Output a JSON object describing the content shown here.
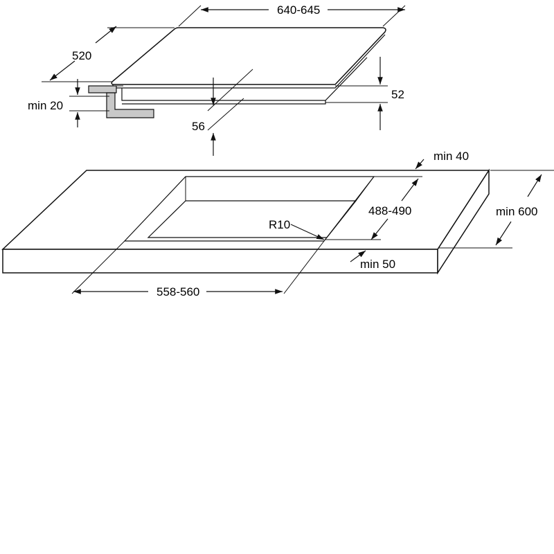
{
  "hob": {
    "width_label": "640-645",
    "depth_label": "520",
    "height_label": "52",
    "under_depth_label": "56",
    "min_worktop_label": "min 20"
  },
  "worktop": {
    "cutout_depth_label": "488-490",
    "cutout_width_label": "558-560",
    "corner_radius_label": "R10",
    "min_back_label": "min 40",
    "min_depth_label": "min 600",
    "min_front_label": "min 50"
  },
  "colors": {
    "bracket_fill": "#c8c8c8",
    "line": "#111111"
  }
}
